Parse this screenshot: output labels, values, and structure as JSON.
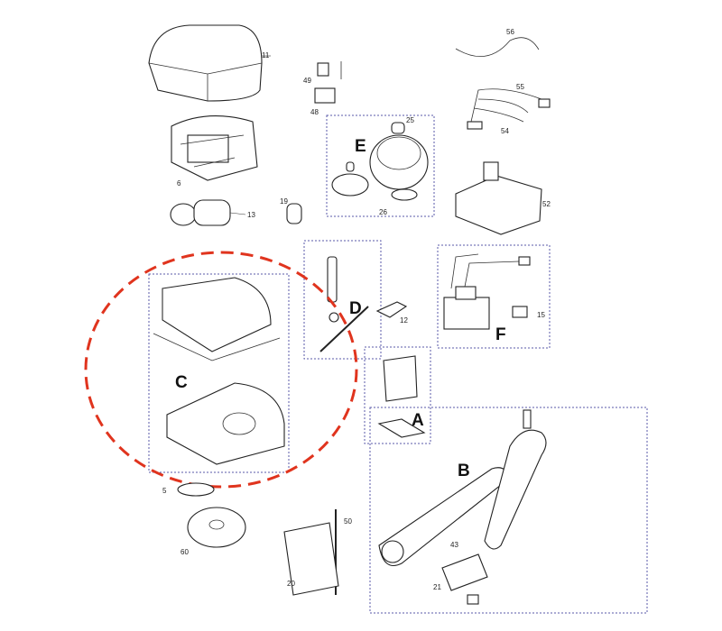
{
  "diagram": {
    "highlight_color": "#e0341e",
    "box_color": "#5a5aa8",
    "part_numbers": [
      "11",
      "6",
      "13",
      "19",
      "49",
      "48",
      "25",
      "26",
      "56",
      "55",
      "54",
      "52",
      "12",
      "15",
      "5",
      "60",
      "50",
      "20",
      "43",
      "21"
    ],
    "sections": {
      "A": "A",
      "B": "B",
      "C": "C",
      "D": "D",
      "E": "E",
      "F": "F"
    }
  }
}
